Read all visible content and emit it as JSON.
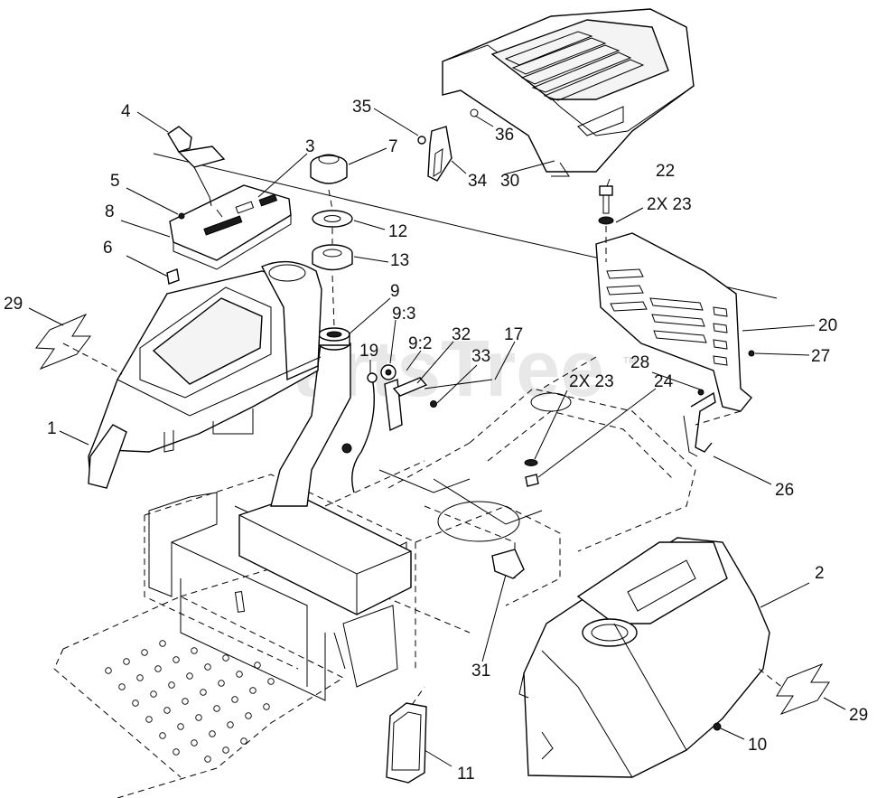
{
  "watermark": "PartsTree",
  "trademark": "TM",
  "callouts": [
    {
      "id": "label-4",
      "text": "4"
    },
    {
      "id": "label-35",
      "text": "35"
    },
    {
      "id": "label-36",
      "text": "36"
    },
    {
      "id": "label-3",
      "text": "3"
    },
    {
      "id": "label-7",
      "text": "7"
    },
    {
      "id": "label-34",
      "text": "34"
    },
    {
      "id": "label-30",
      "text": "30"
    },
    {
      "id": "label-5",
      "text": "5"
    },
    {
      "id": "label-8",
      "text": "8"
    },
    {
      "id": "label-22",
      "text": "22"
    },
    {
      "id": "label-2x23-top",
      "text": "2X 23"
    },
    {
      "id": "label-12",
      "text": "12"
    },
    {
      "id": "label-6",
      "text": "6"
    },
    {
      "id": "label-13",
      "text": "13"
    },
    {
      "id": "label-29-left",
      "text": "29"
    },
    {
      "id": "label-9",
      "text": "9"
    },
    {
      "id": "label-20",
      "text": "20"
    },
    {
      "id": "label-9-3",
      "text": "9:3"
    },
    {
      "id": "label-9-2",
      "text": "9:2"
    },
    {
      "id": "label-32",
      "text": "32"
    },
    {
      "id": "label-17",
      "text": "17"
    },
    {
      "id": "label-27",
      "text": "27"
    },
    {
      "id": "label-19",
      "text": "19"
    },
    {
      "id": "label-33",
      "text": "33"
    },
    {
      "id": "label-28",
      "text": "28"
    },
    {
      "id": "label-2x23-mid",
      "text": "2X 23"
    },
    {
      "id": "label-24",
      "text": "24"
    },
    {
      "id": "label-1",
      "text": "1"
    },
    {
      "id": "label-26",
      "text": "26"
    },
    {
      "id": "label-2",
      "text": "2"
    },
    {
      "id": "label-31",
      "text": "31"
    },
    {
      "id": "label-29-right",
      "text": "29"
    },
    {
      "id": "label-10",
      "text": "10"
    },
    {
      "id": "label-11",
      "text": "11"
    }
  ]
}
